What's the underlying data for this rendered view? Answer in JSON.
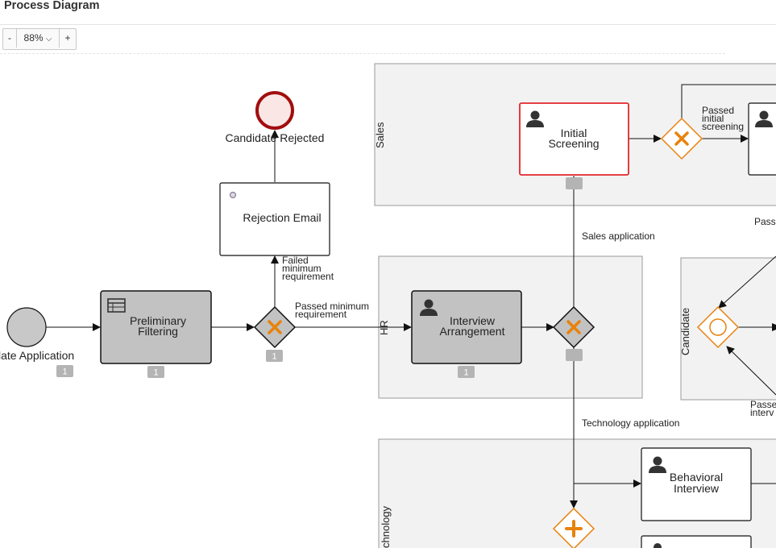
{
  "header": {
    "title": "Process Diagram"
  },
  "toolbar": {
    "zoom_out": "-",
    "zoom_level": "88%",
    "zoom_caret": "⌵",
    "zoom_in": "+"
  },
  "lanes": {
    "sales": "Sales",
    "hr": "HR",
    "candidate": "Candidate",
    "technology": "chnology"
  },
  "nodes": {
    "start_label": "late Application",
    "preliminary_filtering": [
      "Preliminary",
      "Filtering"
    ],
    "rejection_email": "Rejection Email",
    "candidate_rejected": "Candidate Rejected",
    "interview_arrangement": [
      "Interview",
      "Arrangement"
    ],
    "initial_screening": [
      "Initial",
      "Screening"
    ],
    "behavioral_interview": [
      "Behavioral",
      "Interview"
    ]
  },
  "flows": {
    "failed_min": [
      "Failed",
      "minimum",
      "requirement"
    ],
    "passed_min": [
      "Passed minimum",
      "requirement"
    ],
    "sales_application": "Sales application",
    "technology_application": "Technology application",
    "passed_initial": [
      "Passed",
      "initial",
      "screening"
    ],
    "passe_right": "Passe",
    "passed_interview": [
      "Passe",
      "interv"
    ]
  },
  "badges": {
    "start": "1",
    "filtering": "1",
    "gateway1": "1",
    "interview": "1"
  },
  "colors": {
    "task_gray": "#c2c2c2",
    "lane_bg": "#f2f2f2",
    "gateway_orange": "#e8820c",
    "end_red": "#a20d0d",
    "highlight_red": "#e3262b",
    "badge_gray": "#b4b4b4"
  }
}
